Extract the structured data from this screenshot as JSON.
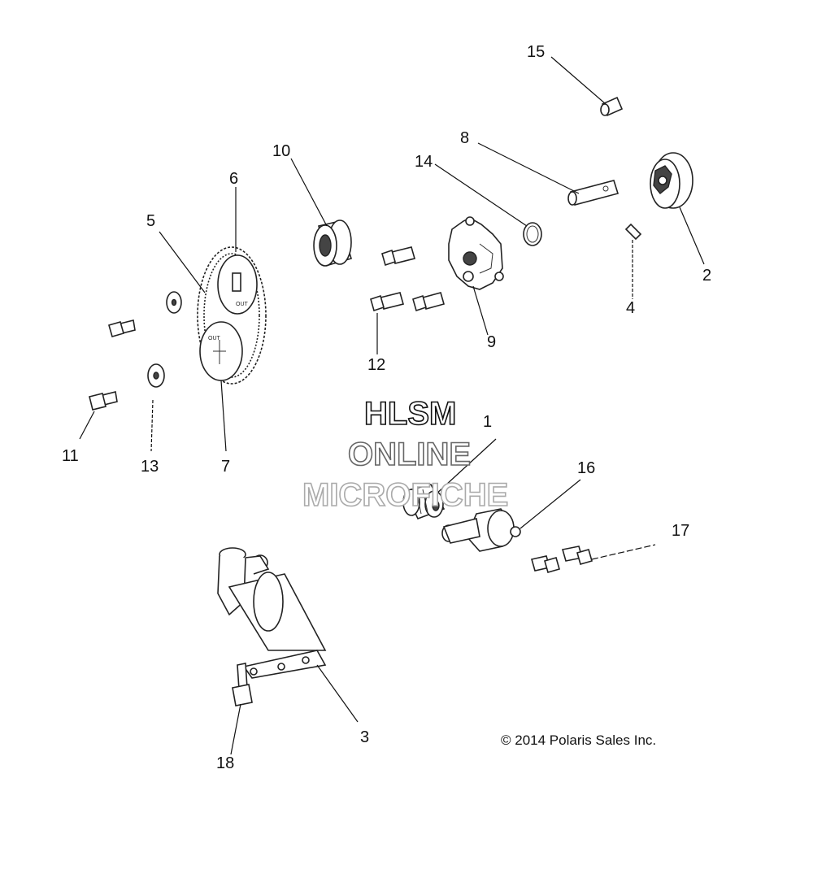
{
  "callouts": {
    "c1": "1",
    "c2": "2",
    "c3": "3",
    "c4": "4",
    "c5": "5",
    "c6": "6",
    "c7": "7",
    "c8": "8",
    "c9": "9",
    "c10": "10",
    "c11": "11",
    "c12": "12",
    "c13": "13",
    "c14": "14",
    "c15": "15",
    "c16": "16",
    "c17": "17",
    "c18": "18"
  },
  "sprocket_labels": {
    "top_out": "OUT",
    "bottom_out": "OUT"
  },
  "watermark": {
    "line1": "HLSM",
    "line2": "ONLINE",
    "line3": "MICROFICHE",
    "colors": {
      "line1": "#111111",
      "line2": "#666666",
      "line3": "#aaaaaa"
    }
  },
  "copyright": "© 2014 Polaris Sales Inc."
}
